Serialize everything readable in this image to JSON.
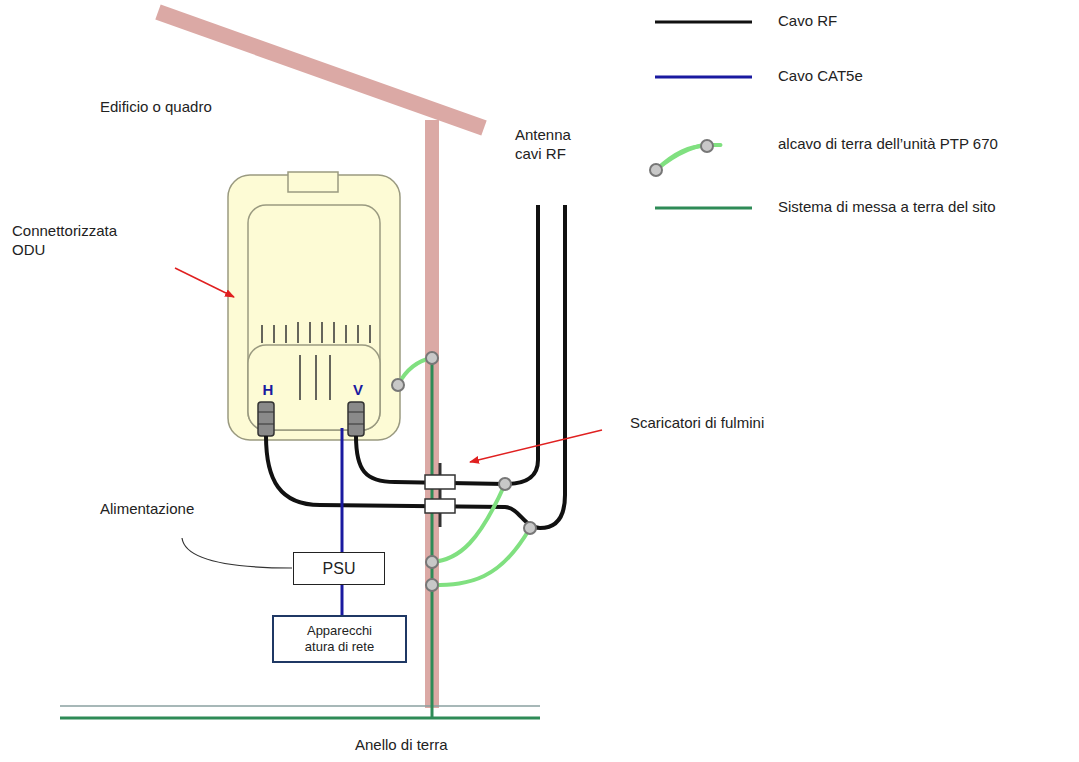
{
  "diagram": {
    "nodes": [
      {
        "text": [
          "H",
          "V"
        ]
      },
      {
        "text": [
          "PSU"
        ]
      },
      {
        "text": [
          "Apparecchi atura di rete"
        ]
      }
    ],
    "edges": [
      {
        "from": 0,
        "to": 1,
        "arrow": "none"
      },
      {
        "from": 1,
        "to": 2,
        "arrow": "none"
      }
    ],
    "labels": [
      "Edificio o quadro",
      "Connettorizzata ODU",
      "Antenna cavi RF",
      "Scaricatori di fulmini",
      "Alimentazione",
      "Anello di terra"
    ],
    "legend": [
      {
        "text": "Cavo RF"
      },
      {
        "text": "Cavo CAT5e"
      },
      {
        "text": "alcavo di terra dell’unità PTP 670"
      },
      {
        "text": "Sistema di messa a terra del sito"
      }
    ]
  }
}
